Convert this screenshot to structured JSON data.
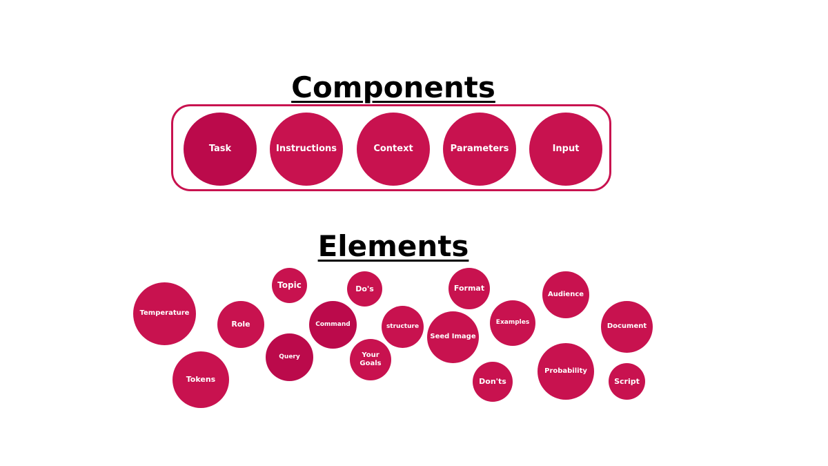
{
  "components": {
    "title": "Components",
    "items": [
      {
        "label": "Task"
      },
      {
        "label": "Instructions"
      },
      {
        "label": "Context"
      },
      {
        "label": "Parameters"
      },
      {
        "label": "Input"
      }
    ]
  },
  "elements": {
    "title": "Elements",
    "items": [
      {
        "label": "Temperature"
      },
      {
        "label": "Tokens"
      },
      {
        "label": "Role"
      },
      {
        "label": "Topic"
      },
      {
        "label": "Query"
      },
      {
        "label": "Command"
      },
      {
        "label": "Do's"
      },
      {
        "label": "Your Goals"
      },
      {
        "label": "structure"
      },
      {
        "label": "Format"
      },
      {
        "label": "Seed Image"
      },
      {
        "label": "Don'ts"
      },
      {
        "label": "Examples"
      },
      {
        "label": "Audience"
      },
      {
        "label": "Probability"
      },
      {
        "label": "Document"
      },
      {
        "label": "Script"
      }
    ]
  },
  "colors": {
    "bubble": "#c8124f",
    "bubble_dark": "#bb0a4b",
    "frame_border": "#c8124f",
    "heading_text": "#000000",
    "bubble_text": "#ffffff"
  }
}
